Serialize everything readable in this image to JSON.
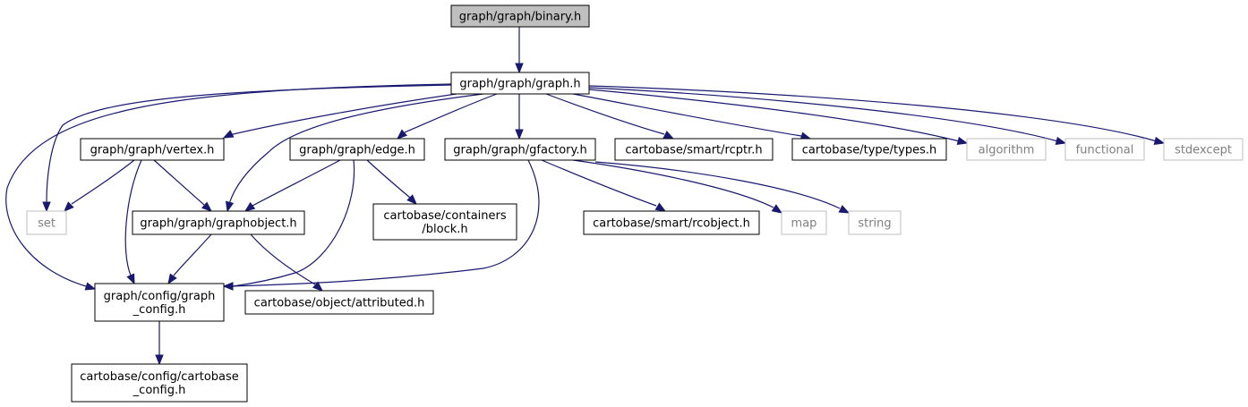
{
  "diagram": {
    "nodes": [
      {
        "id": "binary",
        "lines": [
          "graph/graph/binary.h"
        ],
        "style": "root"
      },
      {
        "id": "graph",
        "lines": [
          "graph/graph/graph.h"
        ],
        "style": "normal"
      },
      {
        "id": "vertex",
        "lines": [
          "graph/graph/vertex.h"
        ],
        "style": "normal"
      },
      {
        "id": "edge",
        "lines": [
          "graph/graph/edge.h"
        ],
        "style": "normal"
      },
      {
        "id": "gfactory",
        "lines": [
          "graph/graph/gfactory.h"
        ],
        "style": "normal"
      },
      {
        "id": "rcptr",
        "lines": [
          "cartobase/smart/rcptr.h"
        ],
        "style": "normal"
      },
      {
        "id": "types",
        "lines": [
          "cartobase/type/types.h"
        ],
        "style": "normal"
      },
      {
        "id": "algorithm",
        "lines": [
          "algorithm"
        ],
        "style": "ext"
      },
      {
        "id": "functional",
        "lines": [
          "functional"
        ],
        "style": "ext"
      },
      {
        "id": "stdexcept",
        "lines": [
          "stdexcept"
        ],
        "style": "ext"
      },
      {
        "id": "set",
        "lines": [
          "set"
        ],
        "style": "ext"
      },
      {
        "id": "graphobject",
        "lines": [
          "graph/graph/graphobject.h"
        ],
        "style": "normal"
      },
      {
        "id": "block",
        "lines": [
          "cartobase/containers",
          "/block.h"
        ],
        "style": "normal"
      },
      {
        "id": "rcobject",
        "lines": [
          "cartobase/smart/rcobject.h"
        ],
        "style": "normal"
      },
      {
        "id": "map",
        "lines": [
          "map"
        ],
        "style": "ext"
      },
      {
        "id": "string",
        "lines": [
          "string"
        ],
        "style": "ext"
      },
      {
        "id": "graph_config",
        "lines": [
          "graph/config/graph",
          "_config.h"
        ],
        "style": "normal"
      },
      {
        "id": "attributed",
        "lines": [
          "cartobase/object/attributed.h"
        ],
        "style": "normal"
      },
      {
        "id": "cartobase_config",
        "lines": [
          "cartobase/config/cartobase",
          "_config.h"
        ],
        "style": "normal"
      }
    ],
    "edges": [
      {
        "from": "binary",
        "to": "graph"
      },
      {
        "from": "graph",
        "to": "graph_config"
      },
      {
        "from": "graph",
        "to": "set"
      },
      {
        "from": "graph",
        "to": "vertex"
      },
      {
        "from": "graph",
        "to": "graphobject"
      },
      {
        "from": "graph",
        "to": "edge"
      },
      {
        "from": "graph",
        "to": "gfactory"
      },
      {
        "from": "graph",
        "to": "rcptr"
      },
      {
        "from": "graph",
        "to": "types"
      },
      {
        "from": "graph",
        "to": "algorithm"
      },
      {
        "from": "graph",
        "to": "functional"
      },
      {
        "from": "graph",
        "to": "stdexcept"
      },
      {
        "from": "vertex",
        "to": "set"
      },
      {
        "from": "vertex",
        "to": "graph_config"
      },
      {
        "from": "vertex",
        "to": "graphobject"
      },
      {
        "from": "edge",
        "to": "graphobject"
      },
      {
        "from": "edge",
        "to": "graph_config"
      },
      {
        "from": "edge",
        "to": "block"
      },
      {
        "from": "gfactory",
        "to": "graph_config"
      },
      {
        "from": "gfactory",
        "to": "rcobject"
      },
      {
        "from": "gfactory",
        "to": "map"
      },
      {
        "from": "gfactory",
        "to": "string"
      },
      {
        "from": "graphobject",
        "to": "graph_config"
      },
      {
        "from": "graphobject",
        "to": "attributed"
      },
      {
        "from": "graph_config",
        "to": "cartobase_config"
      }
    ]
  }
}
